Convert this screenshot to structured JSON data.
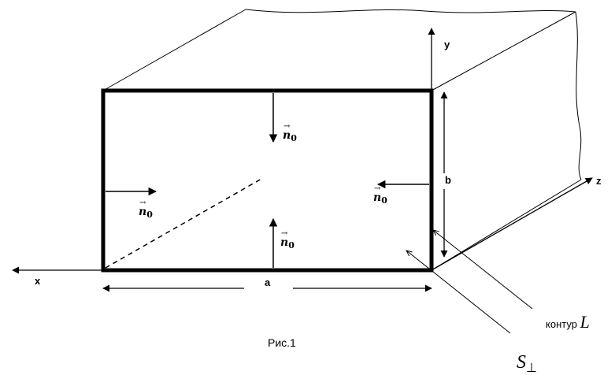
{
  "labels": {
    "axis_y": "y",
    "axis_x": "x",
    "axis_z": "z",
    "dim_a": "a",
    "dim_b": "b",
    "normal_symbol": "n",
    "normal_subscript": "0",
    "contour_prefix": "контур",
    "contour_symbol": "L",
    "area_symbol": "S",
    "area_subscript": "⊥",
    "caption": "Рис.1"
  },
  "colors": {
    "stroke": "#000000",
    "background": "#ffffff"
  }
}
